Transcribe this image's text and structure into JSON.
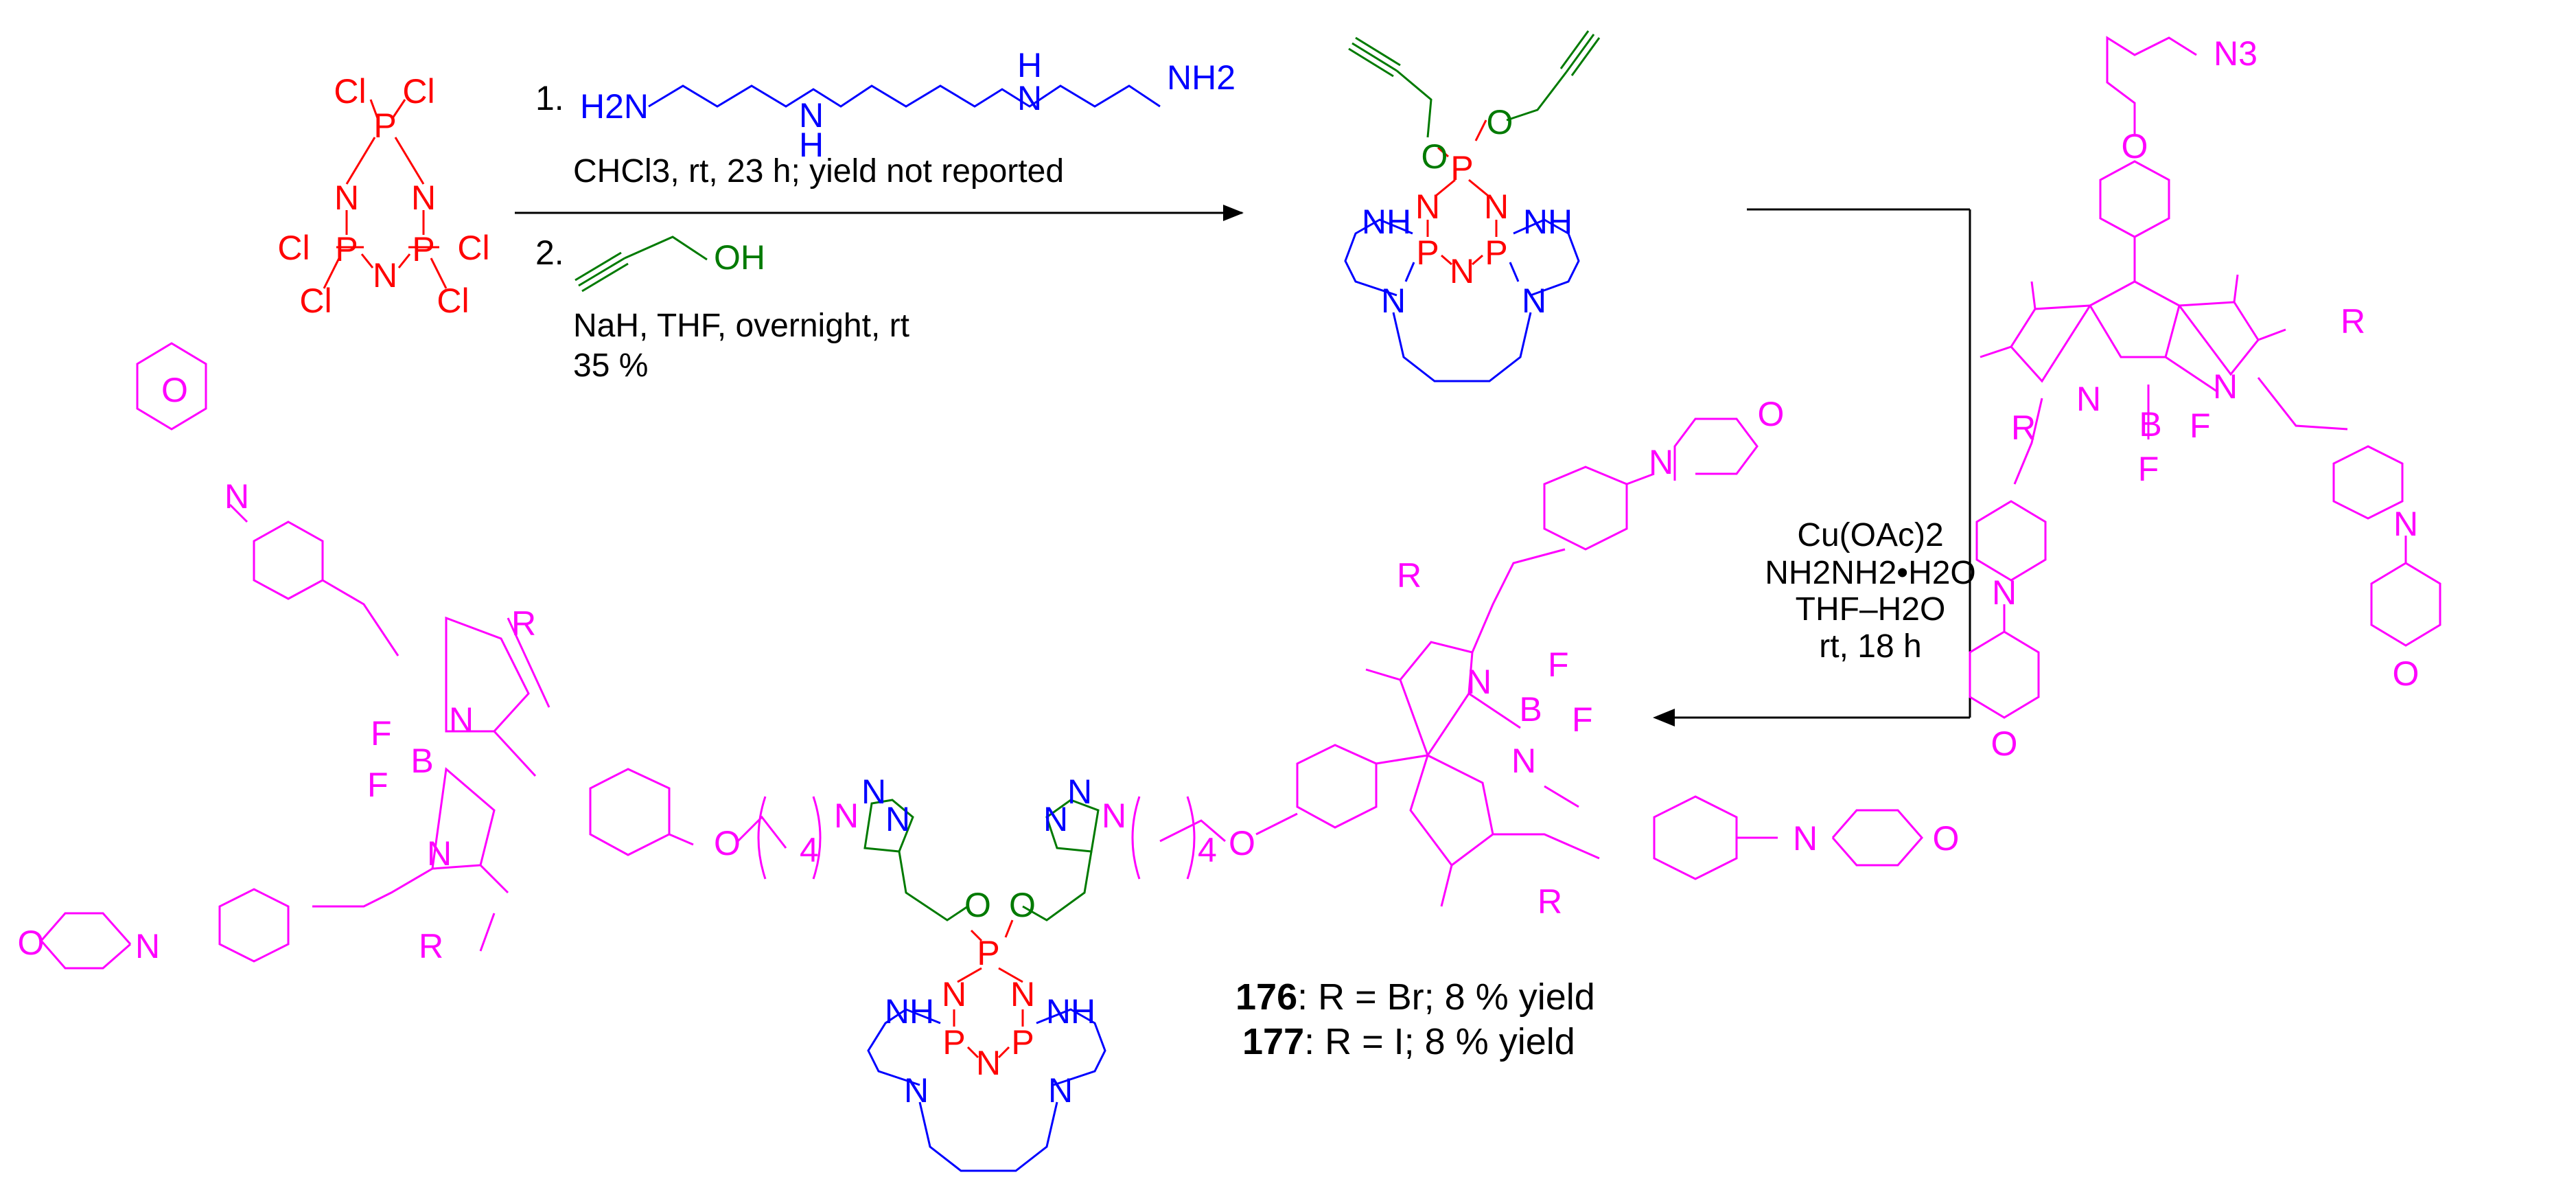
{
  "colors": {
    "black": "#000000",
    "red": "#ff0000",
    "blue": "#0000ff",
    "green": "#007a00",
    "magenta": "#ff00ff"
  },
  "reagents": {
    "step1_number": "1.",
    "step1_amine_left": "H2N",
    "step1_amine_right": "NH2",
    "step1_conditions": "CHCl3, rt, 23 h; yield not reported",
    "step2_number": "2.",
    "step2_alcohol": "OH",
    "step2_conditions": "NaH, THF, overnight, rt",
    "step2_yield": "35 %"
  },
  "click_conditions": [
    "Cu(OAc)2",
    "NH2NH2•H2O",
    "THF–H2O",
    "rt, 18 h"
  ],
  "products": {
    "p176_number": "176",
    "p176_text": ": R = Br; 8 % yield",
    "p177_number": "177",
    "p177_text": ": R = I; 8 % yield"
  },
  "atoms": {
    "P": "P",
    "N": "N",
    "Cl": "Cl",
    "O": "O",
    "NH": "NH",
    "H": "H",
    "B": "B",
    "F": "F",
    "R": "R",
    "N3": "N3",
    "sub4": "4"
  }
}
